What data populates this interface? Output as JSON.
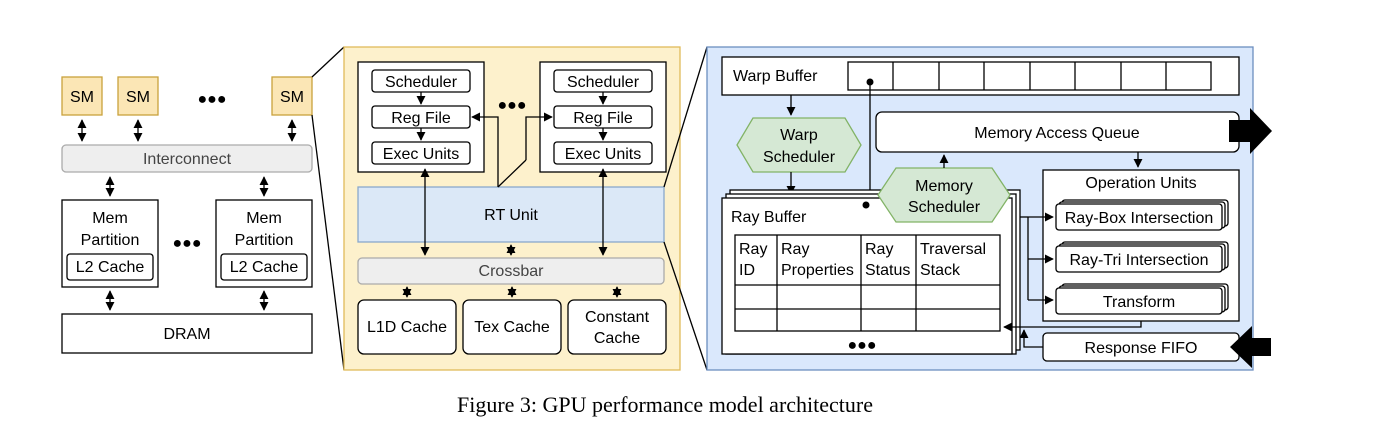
{
  "left": {
    "sm_label": "SM",
    "ellipsis": "●●●",
    "interconnect": "Interconnect",
    "mem_partition": [
      "Mem",
      "Partition"
    ],
    "l2_cache": "L2 Cache",
    "dram": "DRAM"
  },
  "middle": {
    "scheduler": "Scheduler",
    "reg_file": "Reg File",
    "exec_units": "Exec Units",
    "rt_unit": "RT Unit",
    "crossbar": "Crossbar",
    "l1d_cache": "L1D Cache",
    "tex_cache": "Tex Cache",
    "constant_cache": [
      "Constant",
      "Cache"
    ]
  },
  "right": {
    "warp_buffer": "Warp Buffer",
    "warp_scheduler": [
      "Warp",
      "Scheduler"
    ],
    "memory_access_queue": "Memory Access Queue",
    "memory_scheduler": [
      "Memory",
      "Scheduler"
    ],
    "ray_buffer": "Ray Buffer",
    "ray_buffer_cols": [
      [
        "Ray",
        "ID"
      ],
      [
        "Ray",
        "Properties"
      ],
      [
        "Ray",
        "Status"
      ],
      [
        "Traversal",
        "Stack"
      ]
    ],
    "operation_units": "Operation Units",
    "ray_box": "Ray-Box Intersection",
    "ray_tri": "Ray-Tri Intersection",
    "transform": "Transform",
    "response_fifo": "Response FIFO"
  },
  "caption": "Figure 3: GPU performance model architecture",
  "colors": {
    "sm_fill": "#fbe6b5",
    "middle_panel": "#fdf1cc",
    "rt_unit": "#dbe8f7",
    "right_panel": "#dae8fc",
    "scheduler_hex": "#d5e8d4"
  }
}
